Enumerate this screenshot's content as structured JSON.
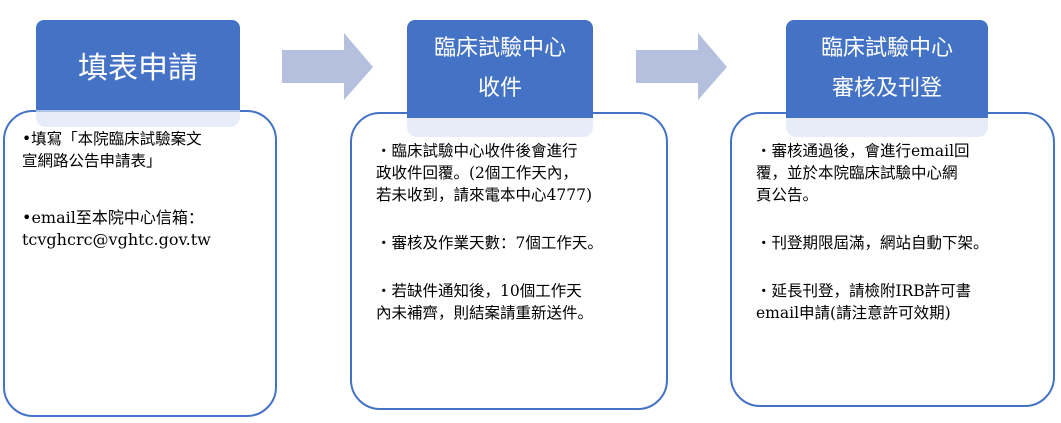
{
  "steps": [
    {
      "title_lines": [
        "填表申請"
      ],
      "items": [
        {
          "lines": [
            "•填寫「本院臨床試驗案文",
            " 宣網路公告申請表」"
          ]
        },
        {
          "lines": [
            "•email至本院中心信箱：",
            " tcvghcrc@vghtc.gov.tw"
          ]
        }
      ]
    },
    {
      "title_lines": [
        "臨床試驗中心",
        "收件"
      ],
      "items": [
        {
          "lines": [
            "・臨床試驗中心收件後會進行",
            "政收件回覆。(2個工作天內，",
            "若未收到，請來電本中心4777)"
          ]
        },
        {
          "lines": [
            "・審核及作業天數：7個工作天。"
          ]
        },
        {
          "lines": [
            "・若缺件通知後，10個工作天",
            "內未補齊，則結案請重新送件。"
          ]
        }
      ]
    },
    {
      "title_lines": [
        "臨床試驗中心",
        "審核及刊登"
      ],
      "items": [
        {
          "lines": [
            "・審核通過後，會進行email回",
            "覆，並於本院臨床試驗中心網",
            "頁公告。"
          ]
        },
        {
          "lines": [
            "・刊登期限屆滿，網站自動下架。"
          ]
        },
        {
          "lines": [
            "・延長刊登，請檢附IRB許可書",
            "email申請(請注意許可效期)"
          ]
        }
      ]
    }
  ],
  "colors": {
    "accent": "#4472C4",
    "arrow": "#B4C0DE"
  }
}
